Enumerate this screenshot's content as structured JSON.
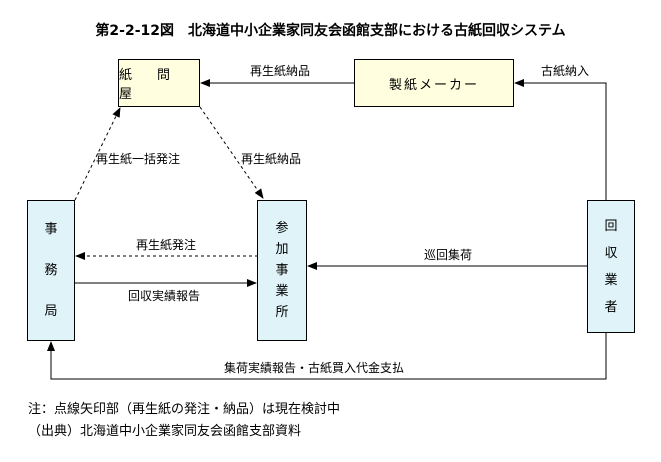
{
  "title": "第2-2-12図　北海道中小企業家同友会函館支部における古紙回収システム",
  "boxes": {
    "wholesaler": "紙　問　屋",
    "manufacturer": "製紙メーカー",
    "secretariat": [
      "事",
      "務",
      "局"
    ],
    "participants": [
      "参",
      "加",
      "事",
      "業",
      "所"
    ],
    "collector": [
      "回",
      "収",
      "業",
      "者"
    ]
  },
  "arrows": {
    "recycled_delivery_top": "再生紙納品",
    "waste_paper_delivery": "古紙納入",
    "bulk_order": "再生紙一括発注",
    "recycled_delivery_diag": "再生紙納品",
    "recycled_order": "再生紙発注",
    "collection_report": "回収実績報告",
    "patrol_collection": "巡回集荷",
    "payment": "集荷実績報告・古紙買入代金支払"
  },
  "notes": {
    "note": "注：点線矢印部（再生紙の発注・納品）は現在検討中",
    "source": "（出典）北海道中小企業家同友会函館支部資料"
  }
}
